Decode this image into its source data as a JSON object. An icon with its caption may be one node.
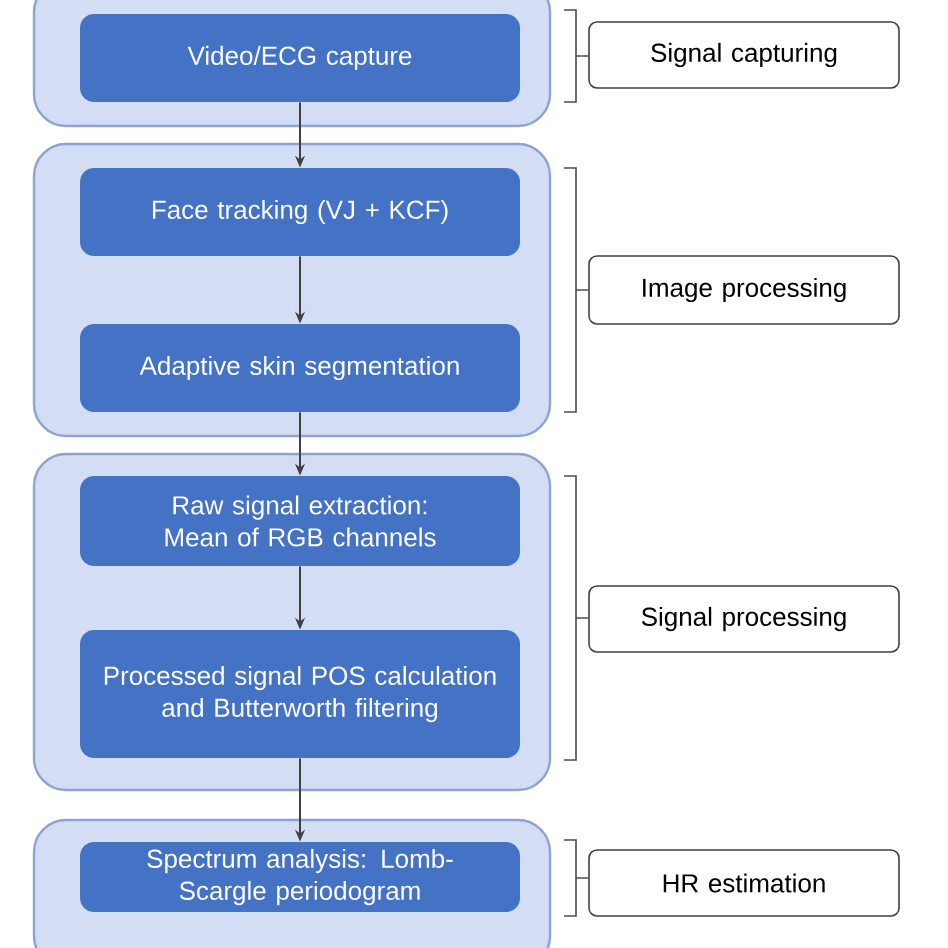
{
  "diagram": {
    "nodes": [
      {
        "text": [],
        "shape": "box"
      },
      {
        "text": [
          "Video/ECG capture"
        ],
        "in": 0
      },
      {
        "text": [
          "Signal capturing"
        ]
      },
      {
        "text": [],
        "shape": "box"
      },
      {
        "text": [
          "Face tracking (VJ + KCF)"
        ],
        "in": 3
      },
      {
        "text": [
          "Adaptive skin segmentation"
        ],
        "in": 3
      },
      {
        "text": [
          "Image processing"
        ]
      },
      {
        "text": [],
        "shape": "box"
      },
      {
        "text": [
          "Raw signal extraction: Mean of RGB channels"
        ],
        "in": 7
      },
      {
        "text": [
          "Processed signal POS calculation and Butterworth filtering"
        ],
        "in": 7
      },
      {
        "text": [
          "Signal processing"
        ]
      },
      {
        "text": [],
        "shape": "box"
      },
      {
        "text": [
          "Spectrum analysis: Lomb-Scargle periodogram"
        ],
        "in": 11
      },
      {
        "text": [
          "HR estimation"
        ]
      }
    ],
    "edges": [
      {
        "from": 1,
        "to": 4,
        "arrow": "to"
      },
      {
        "from": 4,
        "to": 5,
        "arrow": "to"
      },
      {
        "from": 5,
        "to": 8,
        "arrow": "to"
      },
      {
        "from": 8,
        "to": 9,
        "arrow": "to"
      },
      {
        "from": 9,
        "to": 12,
        "arrow": "to"
      }
    ]
  }
}
